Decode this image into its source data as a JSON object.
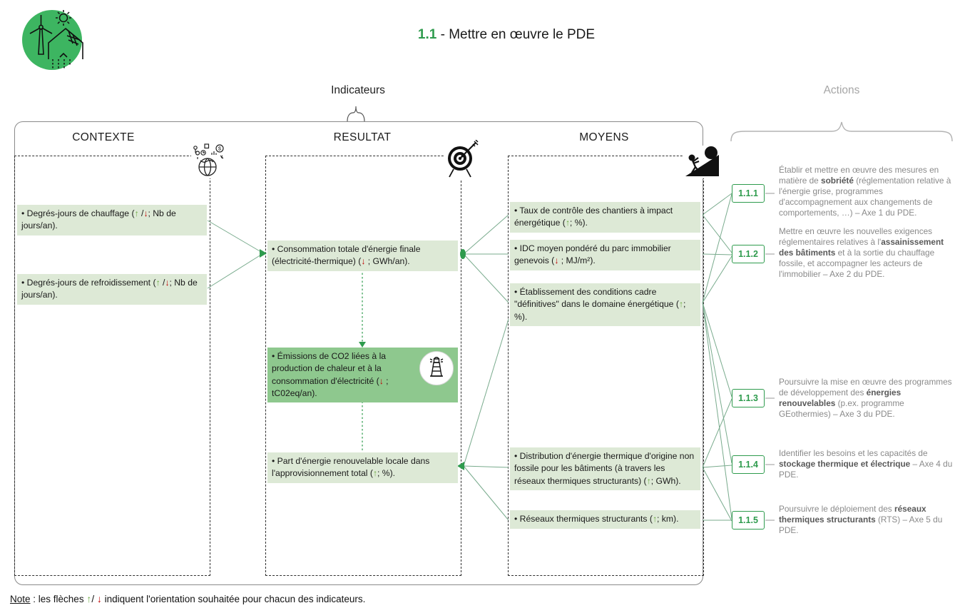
{
  "title": {
    "segments": [
      {
        "t": "1.1",
        "k": "title-num"
      },
      {
        "t": " - Mettre en œuvre le PDE"
      }
    ]
  },
  "group_headers": {
    "indicateurs": "Indicateurs",
    "actions": "Actions"
  },
  "columns": {
    "contexte": {
      "title": "CONTEXTE",
      "icon": "world-context-icon",
      "items": [
        {
          "segments": [
            {
              "t": "• Degrés-jours de chauffage ("
            },
            {
              "t": "↑",
              "k": "up"
            },
            {
              "t": " /"
            },
            {
              "t": "↓",
              "k": "down"
            },
            {
              "t": "; Nb de jours/an)."
            }
          ]
        },
        {
          "segments": [
            {
              "t": "• Degrés-jours de refroidissement ("
            },
            {
              "t": "↑",
              "k": "up"
            },
            {
              "t": " /"
            },
            {
              "t": "↓",
              "k": "down"
            },
            {
              "t": "; Nb de jours/an)."
            }
          ]
        }
      ]
    },
    "resultat": {
      "title": "RESULTAT",
      "icon": "target-icon",
      "items": [
        {
          "segments": [
            {
              "t": "• Consommation totale d'énergie finale (électricité-thermique) ("
            },
            {
              "t": "↓",
              "k": "down"
            },
            {
              "t": " ; GWh/an)."
            }
          ]
        },
        {
          "icon": "lighthouse-icon",
          "segments": [
            {
              "t": "• Émissions de CO2 liées à la production de chaleur et à la consommation d'électricité ("
            },
            {
              "t": "↓",
              "k": "down"
            },
            {
              "t": " ; tC02eq/an)."
            }
          ]
        },
        {
          "segments": [
            {
              "t": "• Part d'énergie renouvelable locale dans l'approvisionnement total ("
            },
            {
              "t": "↑",
              "k": "up"
            },
            {
              "t": "; %)."
            }
          ]
        }
      ]
    },
    "moyens": {
      "title": "MOYENS",
      "icon": "effort-icon",
      "items": [
        {
          "segments": [
            {
              "t": "• Taux de contrôle des chantiers à impact énergétique ("
            },
            {
              "t": "↑",
              "k": "up"
            },
            {
              "t": "; %)."
            }
          ]
        },
        {
          "segments": [
            {
              "t": "• IDC moyen pondéré du parc immobilier genevois ("
            },
            {
              "t": "↓",
              "k": "down"
            },
            {
              "t": " ; MJ/m²)."
            }
          ]
        },
        {
          "segments": [
            {
              "t": "• Établissement des conditions cadre \"définitives\" dans le domaine énergétique ("
            },
            {
              "t": "↑",
              "k": "up"
            },
            {
              "t": "; %)."
            }
          ]
        },
        {
          "segments": [
            {
              "t": "• Distribution d'énergie thermique d'origine non fossile pour les bâtiments (à travers les réseaux thermiques structurants) ("
            },
            {
              "t": "↑",
              "k": "up"
            },
            {
              "t": "; GWh)."
            }
          ]
        },
        {
          "segments": [
            {
              "t": "• Réseaux thermiques structurants ("
            },
            {
              "t": "↑",
              "k": "up"
            },
            {
              "t": "; km)."
            }
          ]
        }
      ]
    }
  },
  "actions": [
    {
      "id": "1.1.1",
      "segments": [
        {
          "t": "Établir et mettre en œuvre des mesures en matière de "
        },
        {
          "t": "sobriété",
          "k": "bold"
        },
        {
          "t": " (réglementation relative à l'énergie grise, programmes d'accompagnement aux changements de comportements, …) – Axe 1 du PDE."
        }
      ]
    },
    {
      "id": "1.1.2",
      "segments": [
        {
          "t": "Mettre en œuvre les nouvelles exigences réglementaires relatives à l'"
        },
        {
          "t": "assainissement des bâtiments",
          "k": "bold"
        },
        {
          "t": " et à la sortie du chauffage fossile, et accompagner les acteurs de l'immobilier – Axe 2 du PDE."
        }
      ]
    },
    {
      "id": "1.1.3",
      "segments": [
        {
          "t": "Poursuivre la mise en œuvre des programmes de développement  des "
        },
        {
          "t": "énergies renouvelables",
          "k": "bold"
        },
        {
          "t": " (p.ex. programme GEothermies) – Axe 3 du PDE."
        }
      ]
    },
    {
      "id": "1.1.4",
      "segments": [
        {
          "t": "Identifier les besoins et les capacités de "
        },
        {
          "t": "stockage thermique et électrique",
          "k": "bold"
        },
        {
          "t": " – Axe 4 du PDE."
        }
      ]
    },
    {
      "id": "1.1.5",
      "segments": [
        {
          "t": "Poursuivre le déploiement des "
        },
        {
          "t": "réseaux thermiques structurants",
          "k": "bold"
        },
        {
          "t": " (RTS) – Axe 5 du PDE."
        }
      ]
    }
  ],
  "note": {
    "segments": [
      {
        "t": "Note",
        "k": "underline"
      },
      {
        "t": " : les flèches "
      },
      {
        "t": "↑",
        "k": "up"
      },
      {
        "t": "/ "
      },
      {
        "t": "↓",
        "k": "down"
      },
      {
        "t": " indiquent l'orientation souhaitée pour chacun des indicateurs."
      }
    ]
  },
  "colors": {
    "accent_green": "#2e9b4d",
    "light_green_fill": "#dde9d6",
    "dark_green_fill": "#8ec88e",
    "line_green": "#79ab8d",
    "up_arrow": "#70ad47",
    "down_arrow": "#c00000",
    "gray_text": "#8a8a8a",
    "bold_gray_text": "#595959",
    "actions_header": "#a6a6a6",
    "logo_green": "#3db561"
  }
}
